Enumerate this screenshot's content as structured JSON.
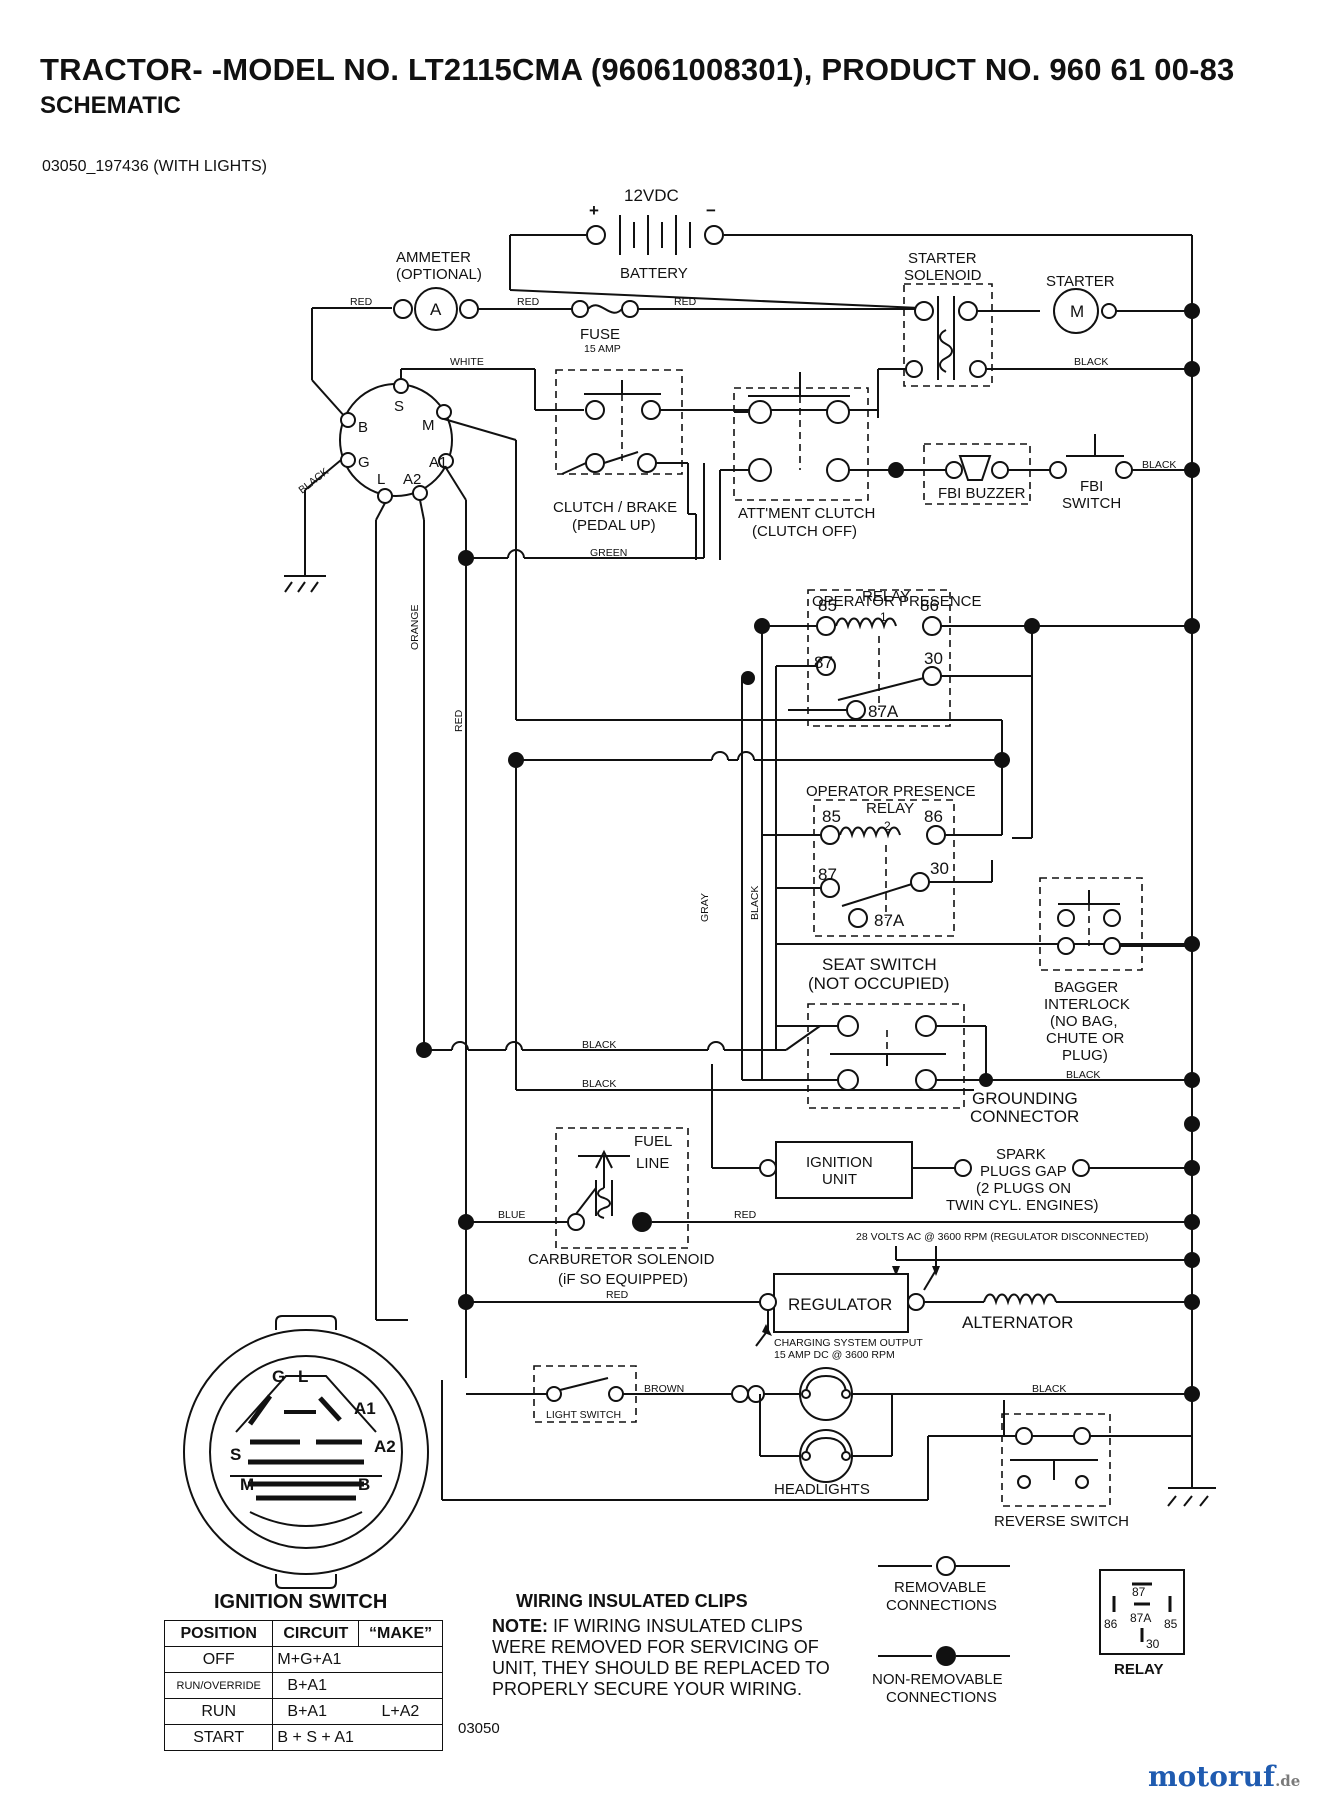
{
  "header": {
    "title": "TRACTOR- -MODEL NO. LT2115CMA (96061008301), PRODUCT NO. 960 61 00-83",
    "subtitle": "SCHEMATIC",
    "code": "03050_197436 (WITH LIGHTS)"
  },
  "components": {
    "battery_voltage": "12VDC",
    "battery_plus": "+",
    "battery_minus": "−",
    "battery": "BATTERY",
    "ammeter_1": "AMMETER",
    "ammeter_2": "(OPTIONAL)",
    "ammeter_symbol": "A",
    "fuse": "FUSE",
    "fuse_rating": "15 AMP",
    "starter_solenoid_1": "STARTER",
    "starter_solenoid_2": "SOLENOID",
    "starter": "STARTER",
    "starter_symbol": "M",
    "clutch_brake_1": "CLUTCH / BRAKE",
    "clutch_brake_2": "(PEDAL UP)",
    "attment_clutch_1": "ATT'MENT CLUTCH",
    "attment_clutch_2": "(CLUTCH OFF)",
    "fbi_buzzer": "FBI BUZZER",
    "fbi_switch_1": "FBI",
    "fbi_switch_2": "SWITCH",
    "relay1_title_1": "OPERATOR PRESENCE",
    "relay1_title_2": "RELAY",
    "relay1_num": "1",
    "relay2_title_1": "OPERATOR PRESENCE",
    "relay2_title_2": "RELAY",
    "relay2_num": "2",
    "pin_85": "85",
    "pin_86": "86",
    "pin_87": "87",
    "pin_30": "30",
    "pin_87a": "87A",
    "seat_switch_1": "SEAT SWITCH",
    "seat_switch_2": "(NOT OCCUPIED)",
    "bagger_1": "BAGGER",
    "bagger_2": "INTERLOCK",
    "bagger_3": "(NO BAG,",
    "bagger_4": "CHUTE OR",
    "bagger_5": "PLUG)",
    "grounding_1": "GROUNDING",
    "grounding_2": "CONNECTOR",
    "fuel_1": "FUEL",
    "fuel_2": "LINE",
    "ignition_unit_1": "IGNITION",
    "ignition_unit_2": "UNIT",
    "spark_1": "SPARK",
    "spark_2": "PLUGS GAP",
    "spark_3": "(2 PLUGS ON",
    "spark_4": "TWIN CYL. ENGINES)",
    "carb_1": "CARBURETOR SOLENOID",
    "carb_2": "(iF SO EQUIPPED)",
    "volts_note": "28 VOLTS AC @ 3600 RPM (REGULATOR DISCONNECTED)",
    "regulator": "REGULATOR",
    "alternator": "ALTERNATOR",
    "charging_1": "CHARGING SYSTEM OUTPUT",
    "charging_2": "15 AMP DC @ 3600 RPM",
    "light_switch": "LIGHT SWITCH",
    "headlights": "HEADLIGHTS",
    "reverse_switch": "REVERSE SWITCH",
    "ign_S": "S",
    "ign_M": "M",
    "ign_B": "B",
    "ign_G": "G",
    "ign_L": "L",
    "ign_A1": "A1",
    "ign_A2": "A2"
  },
  "wires": {
    "red": "RED",
    "white": "WHITE",
    "black": "BLACK",
    "green": "GREEN",
    "orange": "ORANGE",
    "gray": "GRAY",
    "blue": "BLUE",
    "brown": "BROWN"
  },
  "legend": {
    "removable_1": "REMOVABLE",
    "removable_2": "CONNECTIONS",
    "nonremovable_1": "NON-REMOVABLE",
    "nonremovable_2": "CONNECTIONS",
    "relay_label": "RELAY",
    "relay_87": "87",
    "relay_87a": "87A",
    "relay_86": "86",
    "relay_85": "85",
    "relay_30": "30"
  },
  "ignition_switch": {
    "title": "IGNITION SWITCH",
    "headers": [
      "POSITION",
      "CIRCUIT",
      "“MAKE”"
    ],
    "rows": [
      [
        "OFF",
        "M+G+A1",
        ""
      ],
      [
        "RUN/OVERRIDE",
        "B+A1",
        ""
      ],
      [
        "RUN",
        "B+A1",
        "L+A2"
      ],
      [
        "START",
        "B + S + A1",
        ""
      ]
    ],
    "face_G": "G",
    "face_L": "L",
    "face_A1": "A1",
    "face_S": "S",
    "face_A2": "A2",
    "face_M": "M",
    "face_B": "B"
  },
  "clips_note": {
    "title": "WIRING INSULATED CLIPS",
    "note_label": "NOTE:",
    "note_text": "IF WIRING INSULATED CLIPS WERE REMOVED FOR SERVICING OF UNIT, THEY SHOULD BE REPLACED TO PROPERLY SECURE YOUR WIRING."
  },
  "footer": {
    "code": "03050",
    "watermark": "motoruf",
    "watermark_suffix": ".de"
  }
}
